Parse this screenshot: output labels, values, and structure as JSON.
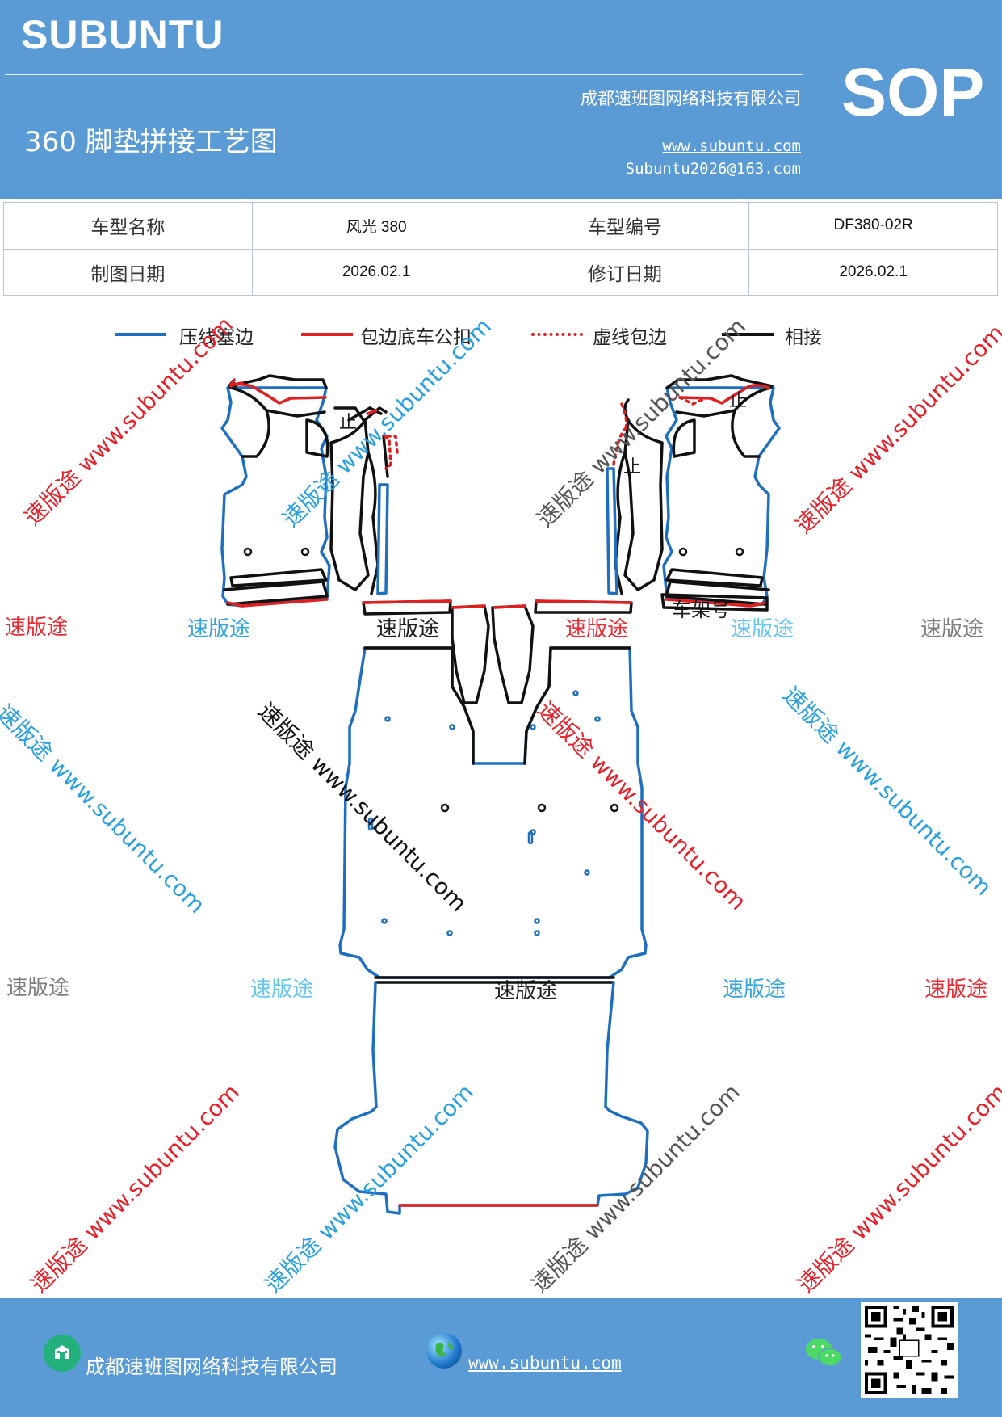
{
  "header": {
    "brand": "SUBUNTU",
    "company": "成都速班图网络科技有限公司",
    "title": "360 脚垫拼接工艺图",
    "website": "www.subuntu.com",
    "email": "Subuntu2026@163.com",
    "badge": "SOP"
  },
  "info_table": {
    "row1": {
      "label1": "车型名称",
      "value1": "风光 380",
      "label2": "车型编号",
      "value2": "DF380-02R"
    },
    "row2": {
      "label1": "制图日期",
      "value1": "2026.02.1",
      "label2": "修订日期",
      "value2": "2026.02.1"
    }
  },
  "legend": [
    {
      "label": "压线塞边",
      "color": "#1e6fc0",
      "style": "solid"
    },
    {
      "label": "包边底车公扣",
      "color": "#e02020",
      "style": "solid"
    },
    {
      "label": "虚线包边",
      "color": "#e02020",
      "style": "dotted"
    },
    {
      "label": "相接",
      "color": "#111111",
      "style": "solid"
    }
  ],
  "drawing_labels": {
    "stop_left": "止",
    "stop_right_top": "止",
    "stop_right_mid": "止",
    "vin": "车架号"
  },
  "watermarks": {
    "short": "速版途",
    "long": "速版途 www.subuntu.com",
    "colors": {
      "red": "#e8202a",
      "blue": "#2aa0e0",
      "gray": "#777777",
      "black": "#111111",
      "lightblue": "#5cc4ee"
    }
  },
  "footer": {
    "company": "成都速班图网络科技有限公司",
    "website": "www.subuntu.com",
    "icons": [
      "building-icon",
      "globe-icon",
      "wechat-icon",
      "qr-code"
    ]
  }
}
